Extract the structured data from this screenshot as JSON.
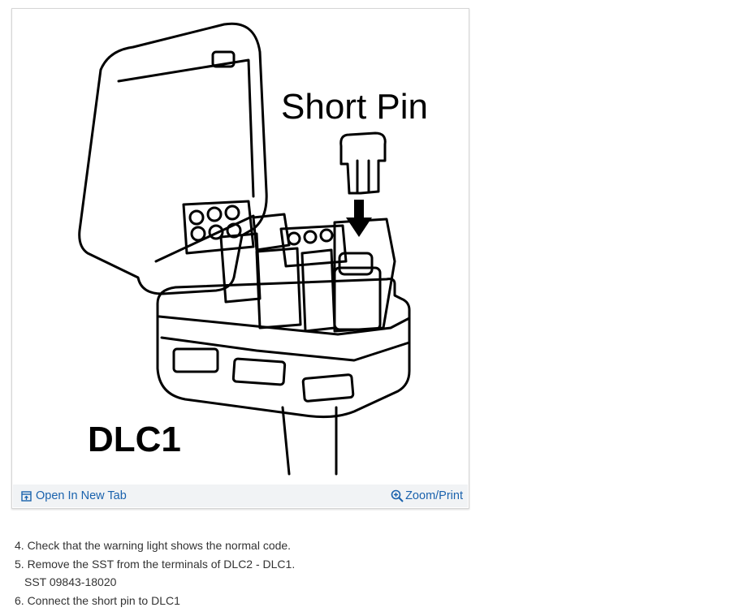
{
  "figure": {
    "labels": {
      "short_pin": "Short Pin",
      "dlc1": "DLC1"
    },
    "toolbar": {
      "open_icon": "open-new-tab-icon",
      "open_label": "Open In New Tab",
      "zoom_icon": "zoom-in-icon",
      "zoom_label": "Zoom/Print"
    }
  },
  "steps": [
    "4. Check that the warning light shows the normal code.",
    "5. Remove the SST from the terminals of DLC2 - DLC1.",
    "SST 09843-18020",
    "6. Connect the short pin to DLC1"
  ],
  "colors": {
    "link": "#1a62ad",
    "toolbar_bg": "#f1f3f5",
    "text": "#333333"
  }
}
